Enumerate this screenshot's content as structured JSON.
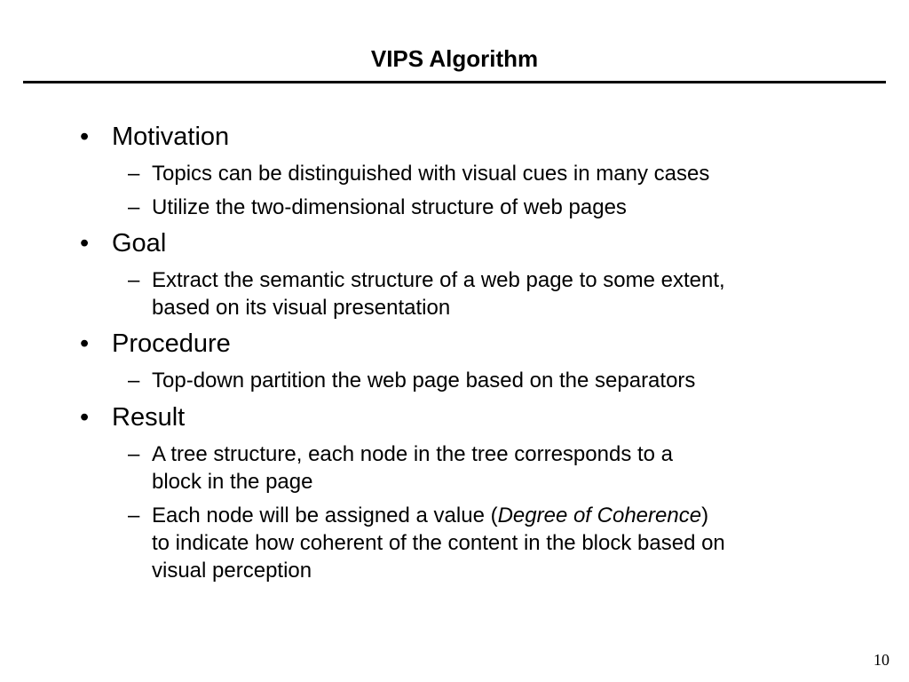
{
  "slide": {
    "title": "VIPS Algorithm",
    "page_number": "10",
    "bullets": [
      {
        "label": "Motivation",
        "sub": [
          [
            "Topics can be distinguished with visual cues in many cases"
          ],
          [
            "Utilize the two-dimensional structure of web pages"
          ]
        ]
      },
      {
        "label": "Goal",
        "sub": [
          [
            "Extract the semantic structure of a web page to some extent,",
            "based on its visual presentation"
          ]
        ]
      },
      {
        "label": "Procedure",
        "sub": [
          [
            "Top-down partition the web page based on the separators"
          ]
        ]
      },
      {
        "label": "Result",
        "sub": [
          [
            "A tree structure, each node in the tree corresponds to a",
            "block in the page"
          ],
          [
            "Each node will be assigned a value (",
            "Degree of Coherence",
            ")",
            "to indicate how coherent of the content in the block based on",
            "visual perception"
          ]
        ]
      }
    ]
  }
}
